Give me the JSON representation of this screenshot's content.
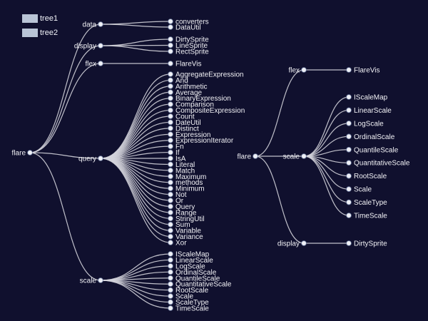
{
  "legend": [
    {
      "label": "tree1"
    },
    {
      "label": "tree2"
    }
  ],
  "colors": {
    "background": "#10102e",
    "link": "#d4d4dc",
    "node": "#eef0f6",
    "legend_swatch": "#b9c4d6"
  },
  "tree1": {
    "name": "flare",
    "children": [
      {
        "name": "data",
        "children": [
          {
            "name": "converters"
          },
          {
            "name": "DataUtil"
          }
        ]
      },
      {
        "name": "display",
        "children": [
          {
            "name": "DirtySprite"
          },
          {
            "name": "LineSprite"
          },
          {
            "name": "RectSprite"
          }
        ]
      },
      {
        "name": "flex",
        "children": [
          {
            "name": "FlareVis"
          }
        ]
      },
      {
        "name": "query",
        "children": [
          {
            "name": "AggregateExpression"
          },
          {
            "name": "And"
          },
          {
            "name": "Arithmetic"
          },
          {
            "name": "Average"
          },
          {
            "name": "BinaryExpression"
          },
          {
            "name": "Comparison"
          },
          {
            "name": "CompositeExpression"
          },
          {
            "name": "Count"
          },
          {
            "name": "DateUtil"
          },
          {
            "name": "Distinct"
          },
          {
            "name": "Expression"
          },
          {
            "name": "ExpressionIterator"
          },
          {
            "name": "Fn"
          },
          {
            "name": "If"
          },
          {
            "name": "IsA"
          },
          {
            "name": "Literal"
          },
          {
            "name": "Match"
          },
          {
            "name": "Maximum"
          },
          {
            "name": "methods"
          },
          {
            "name": "Minimum"
          },
          {
            "name": "Not"
          },
          {
            "name": "Or"
          },
          {
            "name": "Query"
          },
          {
            "name": "Range"
          },
          {
            "name": "StringUtil"
          },
          {
            "name": "Sum"
          },
          {
            "name": "Variable"
          },
          {
            "name": "Variance"
          },
          {
            "name": "Xor"
          }
        ]
      },
      {
        "name": "scale",
        "children": [
          {
            "name": "IScaleMap"
          },
          {
            "name": "LinearScale"
          },
          {
            "name": "LogScale"
          },
          {
            "name": "OrdinalScale"
          },
          {
            "name": "QuantileScale"
          },
          {
            "name": "QuantitativeScale"
          },
          {
            "name": "RootScale"
          },
          {
            "name": "Scale"
          },
          {
            "name": "ScaleType"
          },
          {
            "name": "TimeScale"
          }
        ]
      }
    ]
  },
  "tree2": {
    "name": "flare",
    "children": [
      {
        "name": "flex",
        "children": [
          {
            "name": "FlareVis"
          }
        ]
      },
      {
        "name": "scale",
        "children": [
          {
            "name": "IScaleMap"
          },
          {
            "name": "LinearScale"
          },
          {
            "name": "LogScale"
          },
          {
            "name": "OrdinalScale"
          },
          {
            "name": "QuantileScale"
          },
          {
            "name": "QuantitativeScale"
          },
          {
            "name": "RootScale"
          },
          {
            "name": "Scale"
          },
          {
            "name": "ScaleType"
          },
          {
            "name": "TimeScale"
          }
        ]
      },
      {
        "name": "display",
        "children": [
          {
            "name": "DirtySprite"
          }
        ]
      }
    ]
  }
}
